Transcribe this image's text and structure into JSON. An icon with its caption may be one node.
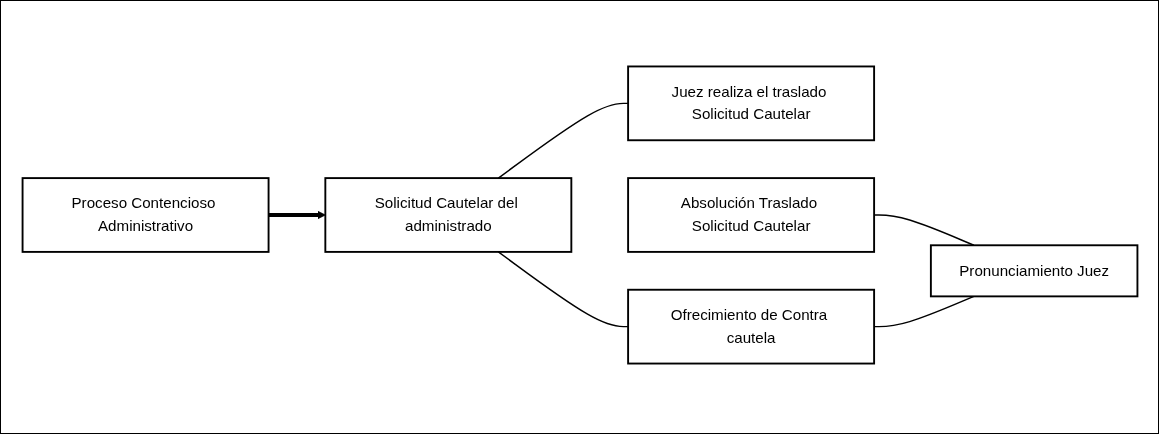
{
  "diagram": {
    "nodes": [
      {
        "text": [
          "Proceso Contencioso Administrativo"
        ]
      },
      {
        "text": [
          "Solicitud Cautelar del administrado"
        ]
      },
      {
        "text": [
          "Juez realiza el traslado Solicitud Cautelar"
        ]
      },
      {
        "text": [
          "Absolución Traslado Solicitud Cautelar"
        ]
      },
      {
        "text": [
          "Ofrecimiento de Contra cautela"
        ]
      },
      {
        "text": [
          "Pronunciamiento Juez"
        ]
      }
    ],
    "edges": [
      {
        "from": 0,
        "to": 1,
        "arrow": "to",
        "style": "thick"
      },
      {
        "from": 1,
        "to": 2,
        "arrow": "none"
      },
      {
        "from": 1,
        "to": 4,
        "arrow": "none"
      },
      {
        "from": 3,
        "to": 5,
        "arrow": "none"
      },
      {
        "from": 4,
        "to": 5,
        "arrow": "none"
      }
    ]
  }
}
